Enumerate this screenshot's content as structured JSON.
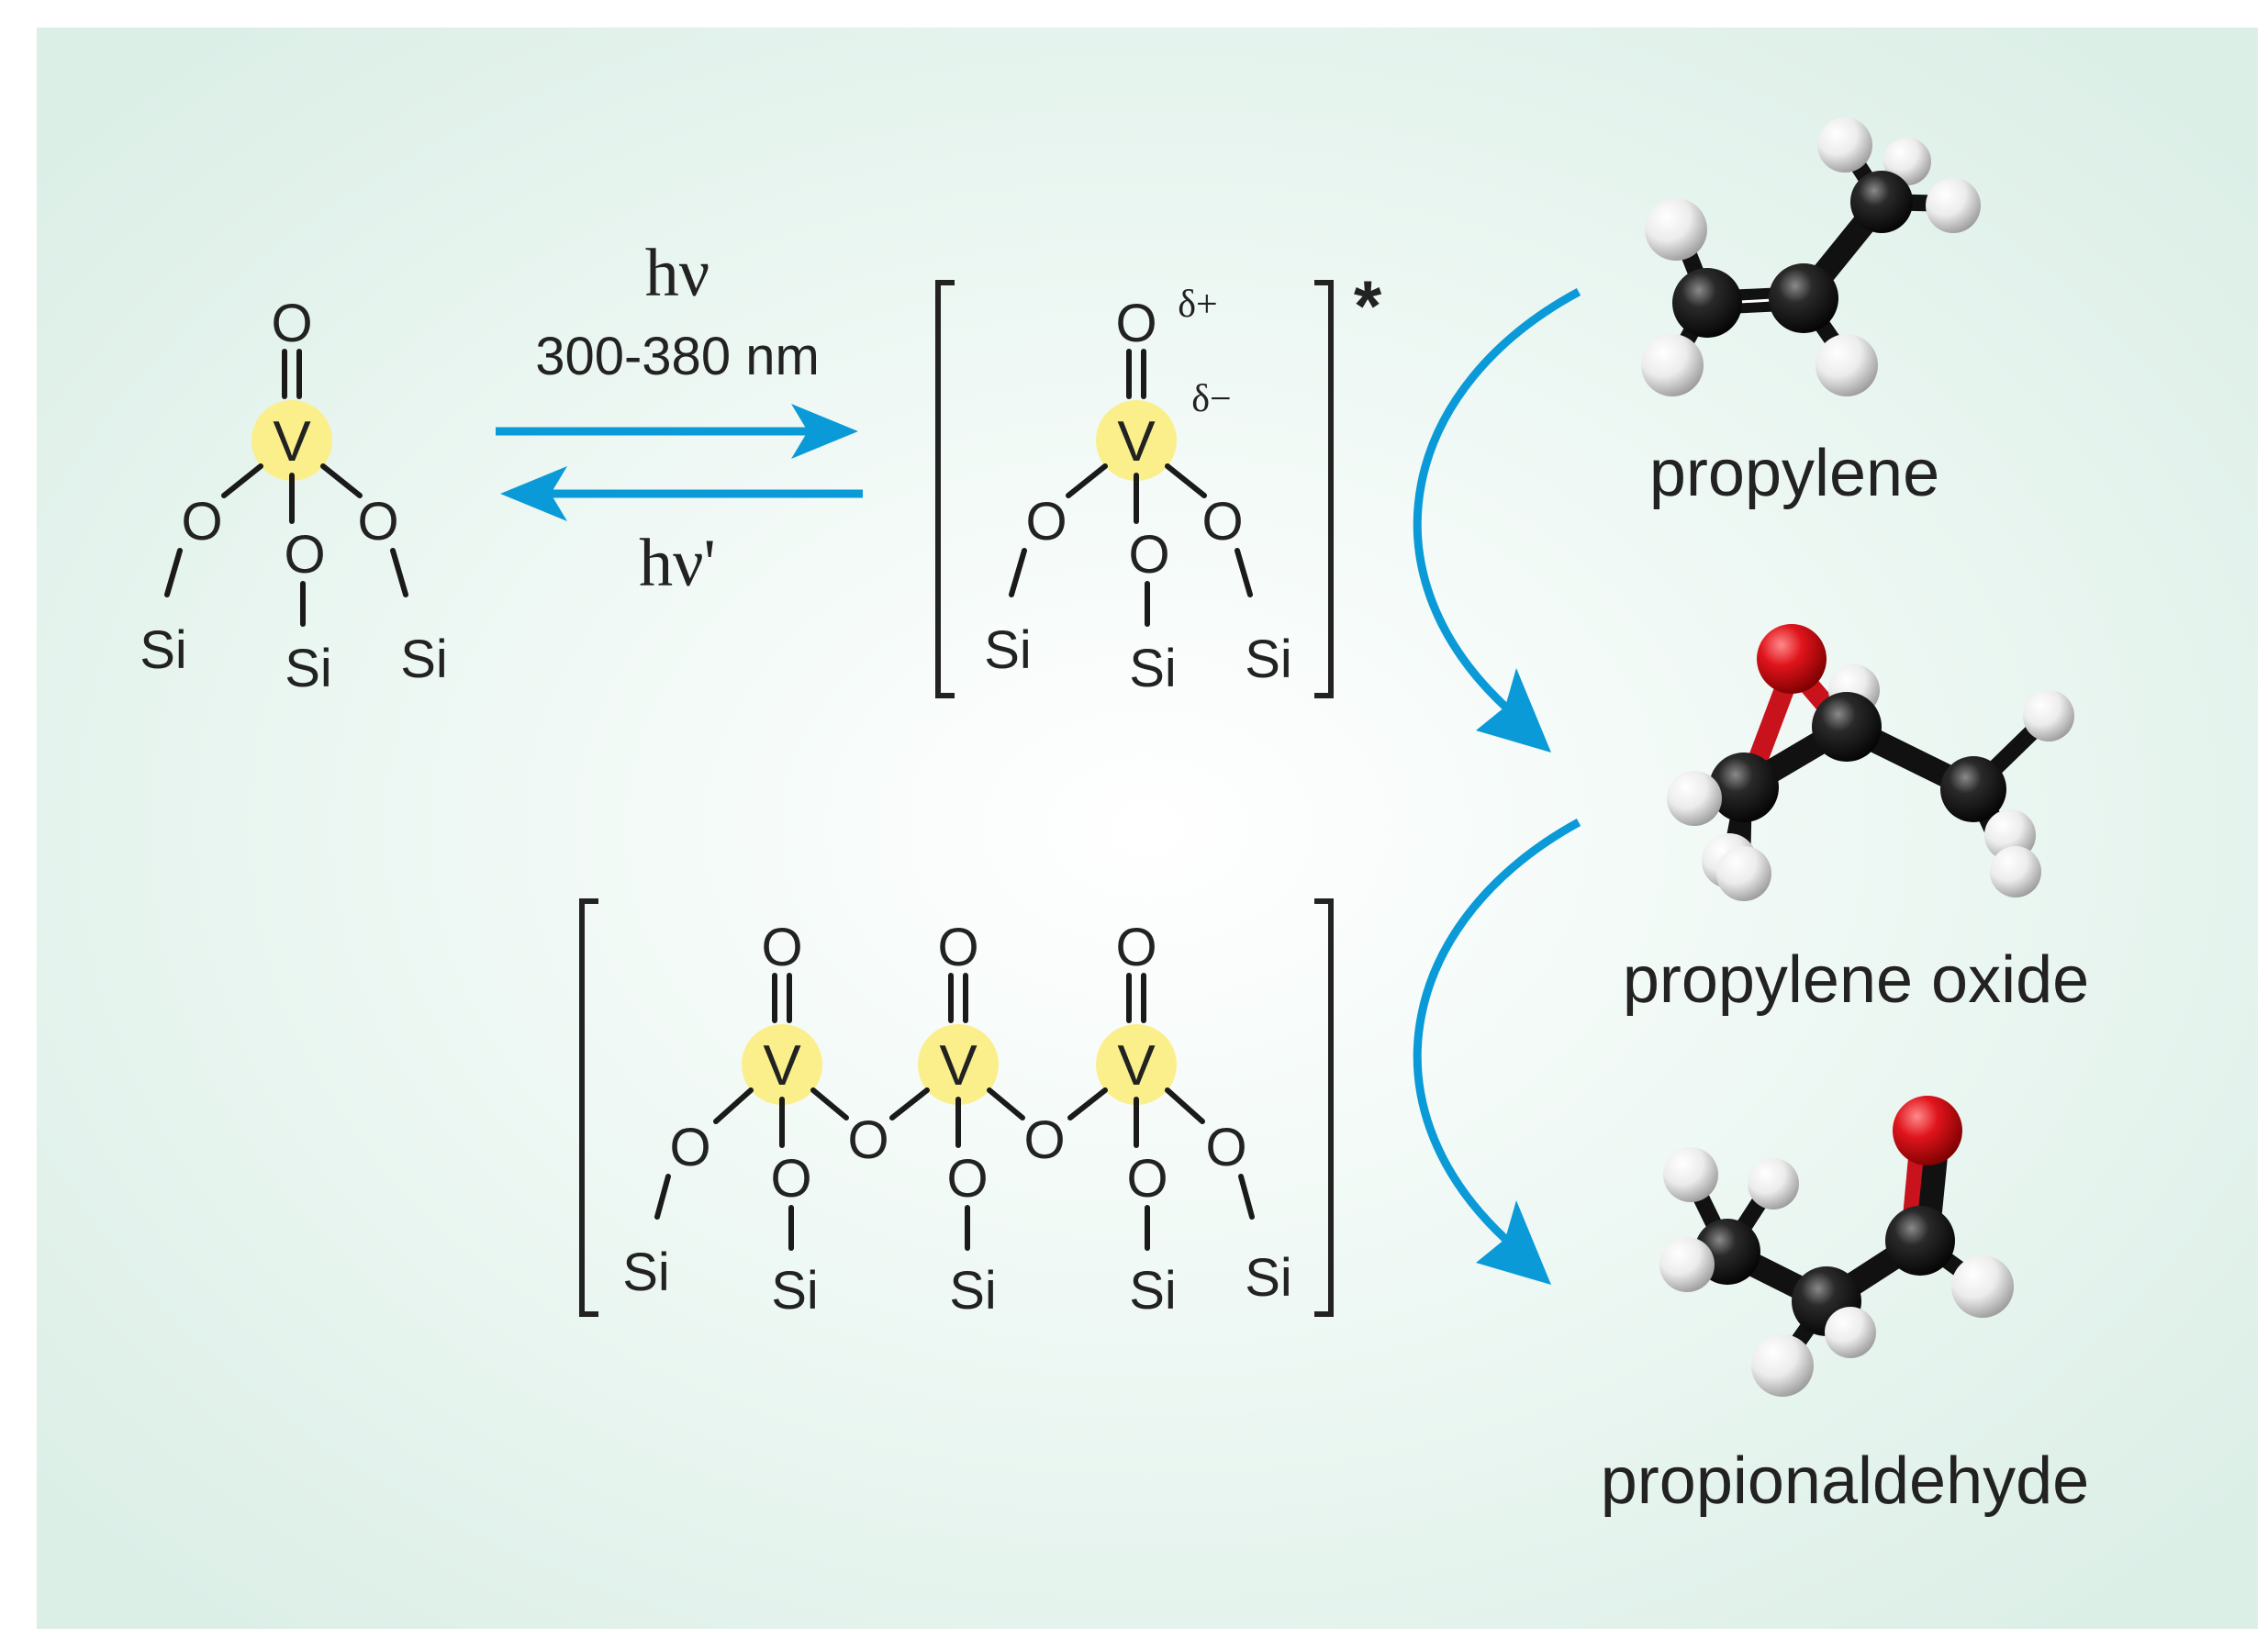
{
  "colors": {
    "background": "#e3f3ed",
    "background_center": "#ffffff",
    "arrow": "#0a9ad8",
    "vanadium_highlight": "#fbef8c",
    "oxygen_atom": "#d71920",
    "carbon_atom": "#151515",
    "hydrogen_atom": "#f2f2f2"
  },
  "light_arrows": {
    "forward_label": "hν",
    "wavelength_label": "300-380 nm",
    "reverse_label": "hν'"
  },
  "atoms": {
    "vanadium": "V",
    "oxygen": "O",
    "silicon": "Si"
  },
  "excited_state": {
    "charge_on_oxygen": "δ+",
    "charge_on_vanadium": "δ−",
    "marker": "*"
  },
  "molecules": {
    "propylene": "propylene",
    "propylene_oxide": "propylene oxide",
    "propionaldehyde": "propionaldehyde"
  },
  "icons": [
    "ball-and-stick-propylene",
    "ball-and-stick-propylene-oxide",
    "ball-and-stick-propionaldehyde",
    "blue-curved-arrow",
    "blue-straight-arrow"
  ]
}
